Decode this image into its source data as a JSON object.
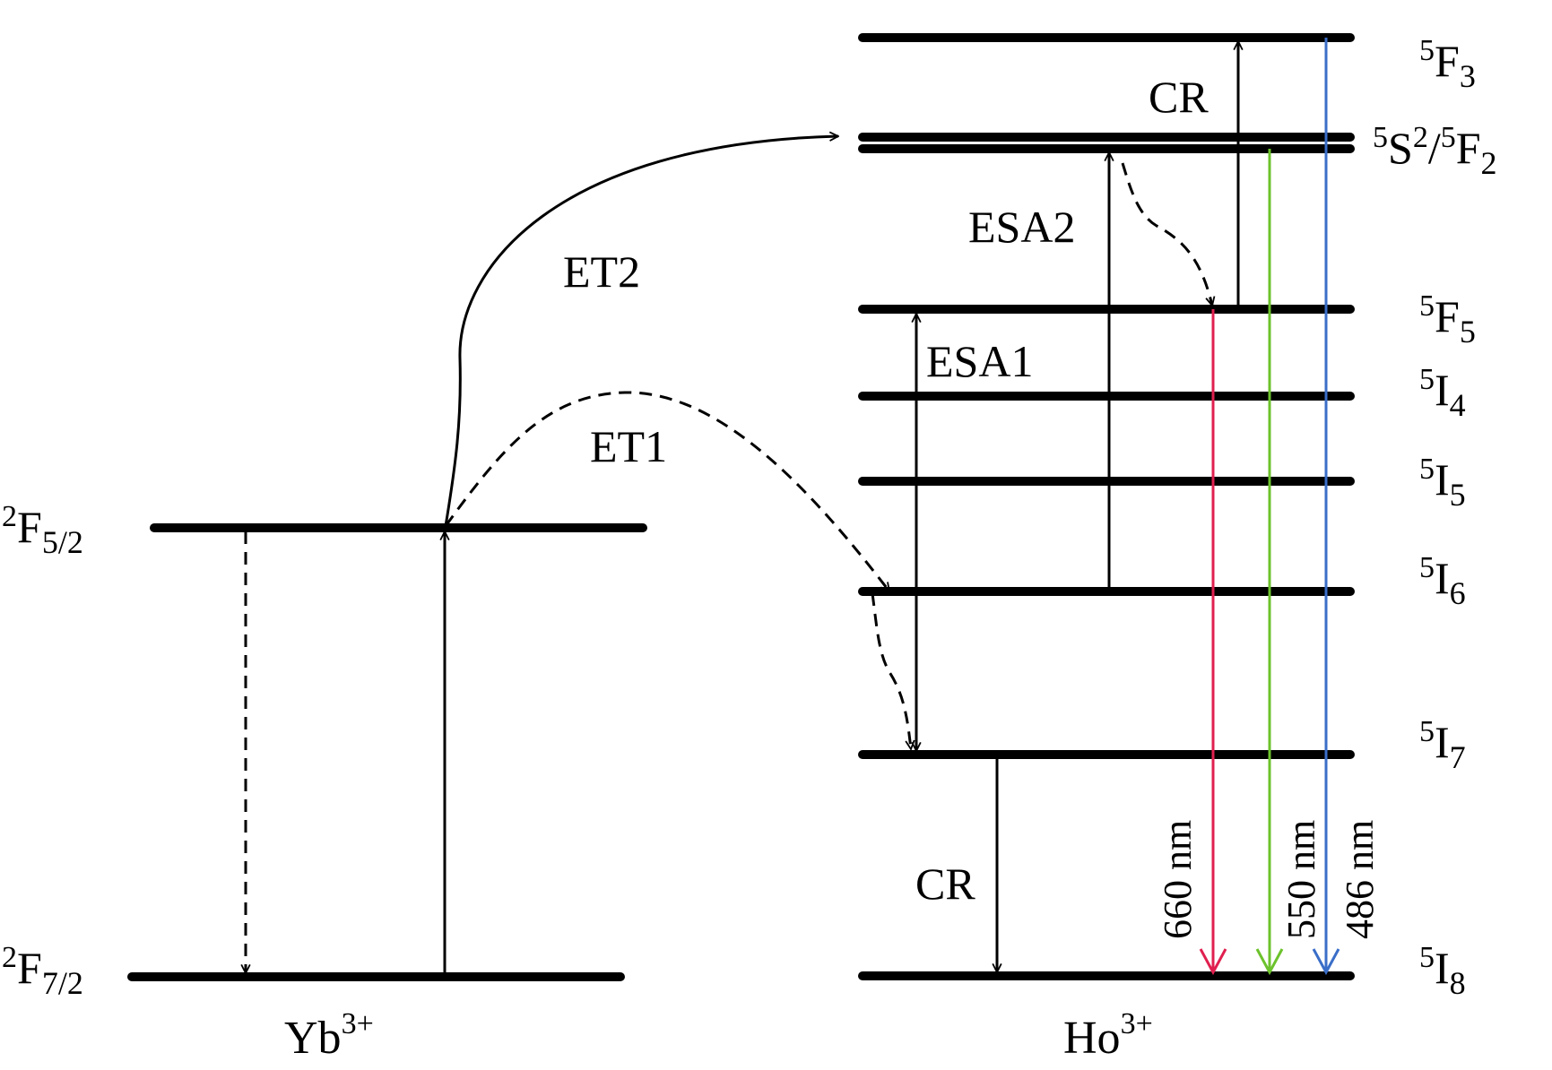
{
  "diagram": {
    "title": "Yb3+ / Ho3+ upconversion energy level diagram",
    "ions": [
      {
        "id": "yb",
        "label": "Yb",
        "charge": "3+"
      },
      {
        "id": "ho",
        "label": "Ho",
        "charge": "3+"
      }
    ],
    "yb_levels": [
      {
        "id": "2F5/2",
        "sup": "2",
        "term": "F",
        "sub": "5/2"
      },
      {
        "id": "2F7/2",
        "sup": "2",
        "term": "F",
        "sub": "7/2"
      }
    ],
    "ho_levels": [
      {
        "id": "5F3",
        "sup": "5",
        "term": "F",
        "sub": "3"
      },
      {
        "id": "5S2/5F2",
        "sup": "5",
        "term": "S",
        "sub": "",
        "sup2": "2",
        "sep": "/",
        "sup3": "5",
        "term2": "F",
        "sub2": "2"
      },
      {
        "id": "5F5",
        "sup": "5",
        "term": "F",
        "sub": "5"
      },
      {
        "id": "5I4",
        "sup": "5",
        "term": "I",
        "sub": "4"
      },
      {
        "id": "5I5",
        "sup": "5",
        "term": "I",
        "sub": "5"
      },
      {
        "id": "5I6",
        "sup": "5",
        "term": "I",
        "sub": "6"
      },
      {
        "id": "5I7",
        "sup": "5",
        "term": "I",
        "sub": "7"
      },
      {
        "id": "5I8",
        "sup": "5",
        "term": "I",
        "sub": "8"
      }
    ],
    "processes": {
      "et1": "ET1",
      "et2": "ET2",
      "esa1": "ESA1",
      "esa2": "ESA2",
      "cr_upper": "CR",
      "cr_lower": "CR"
    },
    "emissions": [
      {
        "label": "660 nm",
        "from": "5F5",
        "to": "5I8",
        "color": "#e0204f"
      },
      {
        "label": "550 nm",
        "from": "5S2/5F2",
        "to": "5I8",
        "color": "#6cc22c"
      },
      {
        "label": "486 nm",
        "from": "5F3",
        "to": "5I8",
        "color": "#3a6ec8"
      }
    ]
  }
}
